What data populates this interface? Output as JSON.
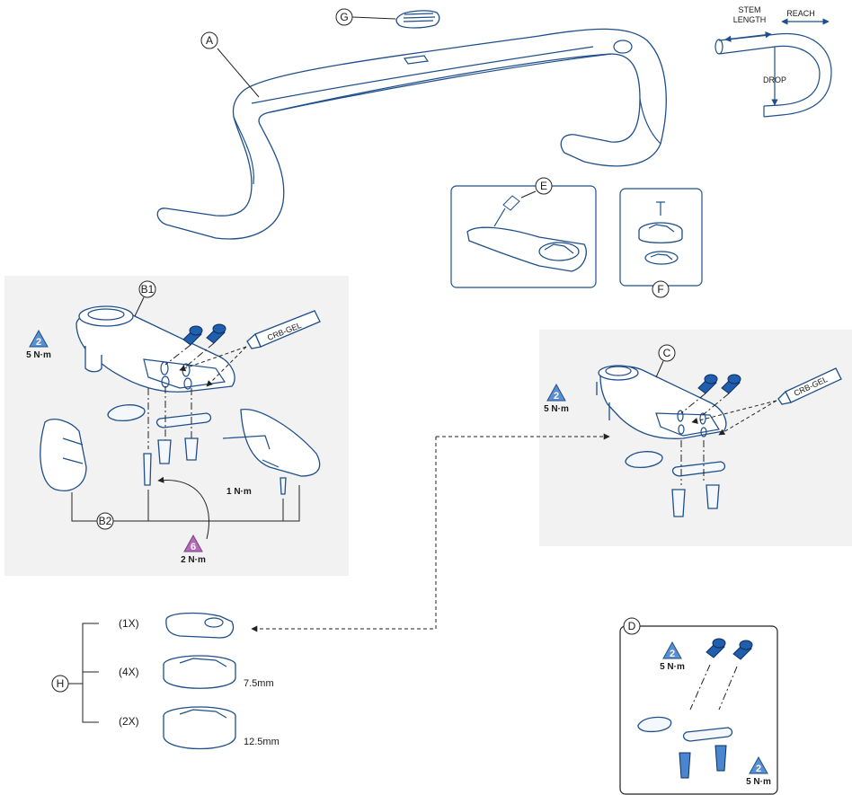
{
  "callouts": {
    "a": "A",
    "b1": "B1",
    "b2": "B2",
    "c": "C",
    "d": "D",
    "e": "E",
    "f": "F",
    "g": "G",
    "h": "H"
  },
  "geometry_labels": {
    "stem_length_line1": "STEM",
    "stem_length_line2": "LENGTH",
    "reach": "REACH",
    "drop": "DROP"
  },
  "torque": {
    "b1_value": "2",
    "b1_label": "5 N·m",
    "b2_value": "6",
    "b2_label": "2 N·m",
    "b2_small_label": "1 N·m",
    "c_value": "2",
    "c_label": "5 N·m",
    "d_top_value": "2",
    "d_top_label": "5 N·m",
    "d_bottom_value": "2",
    "d_bottom_label": "5 N·m"
  },
  "gel_tube_label": "CRB-GEL",
  "spacers": {
    "items": [
      {
        "qty": "(1X)",
        "size": ""
      },
      {
        "qty": "(4X)",
        "size": "7.5mm"
      },
      {
        "qty": "(2X)",
        "size": "12.5mm"
      }
    ]
  },
  "colors": {
    "accent_blue": "#1e4f8a",
    "bolt_blue": "#1f5fae",
    "torque_blue": "#5b8fd1",
    "torque_purple": "#b56ab8",
    "panel_gray": "#f2f2f2"
  }
}
